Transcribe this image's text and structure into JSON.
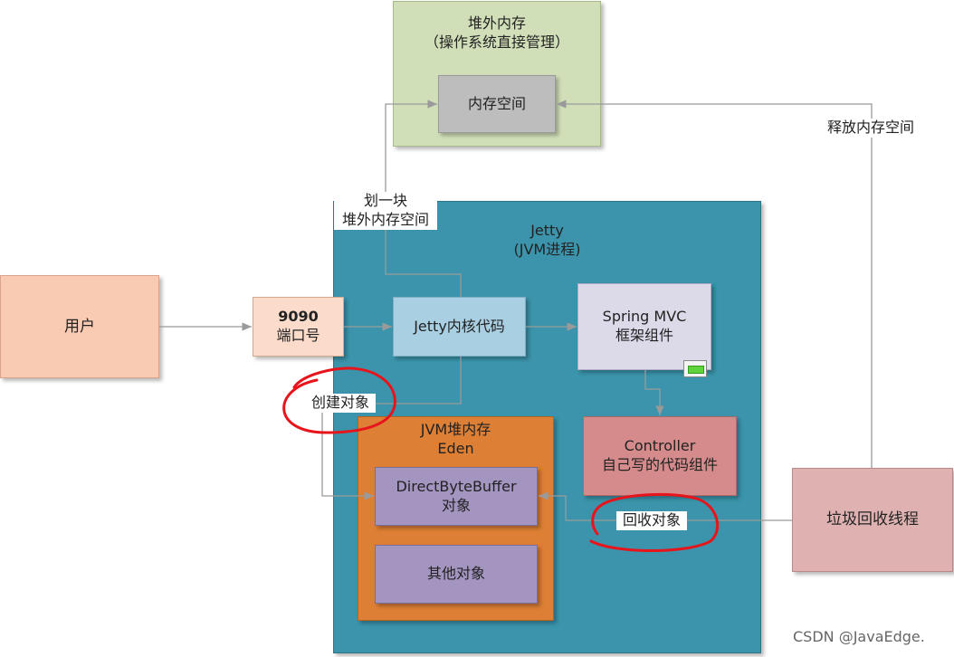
{
  "offheap": {
    "title": "堆外内存",
    "subtitle": "（操作系统直接管理）"
  },
  "memory_space": {
    "label": "内存空间"
  },
  "jetty": {
    "title": "Jetty",
    "subtitle": "(JVM进程)"
  },
  "user": {
    "label": "用户"
  },
  "port": {
    "number": "9090",
    "label": "端口号"
  },
  "jetty_core": {
    "label": "Jetty内核代码"
  },
  "spring_mvc": {
    "line1": "Spring MVC",
    "line2": "框架组件"
  },
  "controller": {
    "line1": "Controller",
    "line2": "自己写的代码组件"
  },
  "heap": {
    "title": "JVM堆内存",
    "subtitle": "Eden"
  },
  "direct_buffer": {
    "line1": "DirectByteBuffer",
    "line2": "对象"
  },
  "other_objects": {
    "label": "其他对象"
  },
  "gc_thread": {
    "label": "垃圾回收线程"
  },
  "edge_labels": {
    "allocate_line1": "划一块",
    "allocate_line2": "堆外内存空间",
    "release": "释放内存空间",
    "create": "创建对象",
    "reclaim": "回收对象"
  },
  "watermark": "CSDN @JavaEdge.",
  "colors": {
    "offheap_fill": "#d1dfb8",
    "memory_space_fill": "#bdbdbd",
    "jetty_fill": "#3b94ab",
    "user_fill": "#f9cbb3",
    "port_fill": "#fbdccb",
    "core_fill": "#a9cfe2",
    "spring_fill": "#dcdae8",
    "controller_fill": "#d58b8b",
    "heap_fill": "#dd7f34",
    "object_fill": "#a494c0",
    "gc_fill": "#dfb1b1",
    "annotation_red": "#e8141b"
  }
}
